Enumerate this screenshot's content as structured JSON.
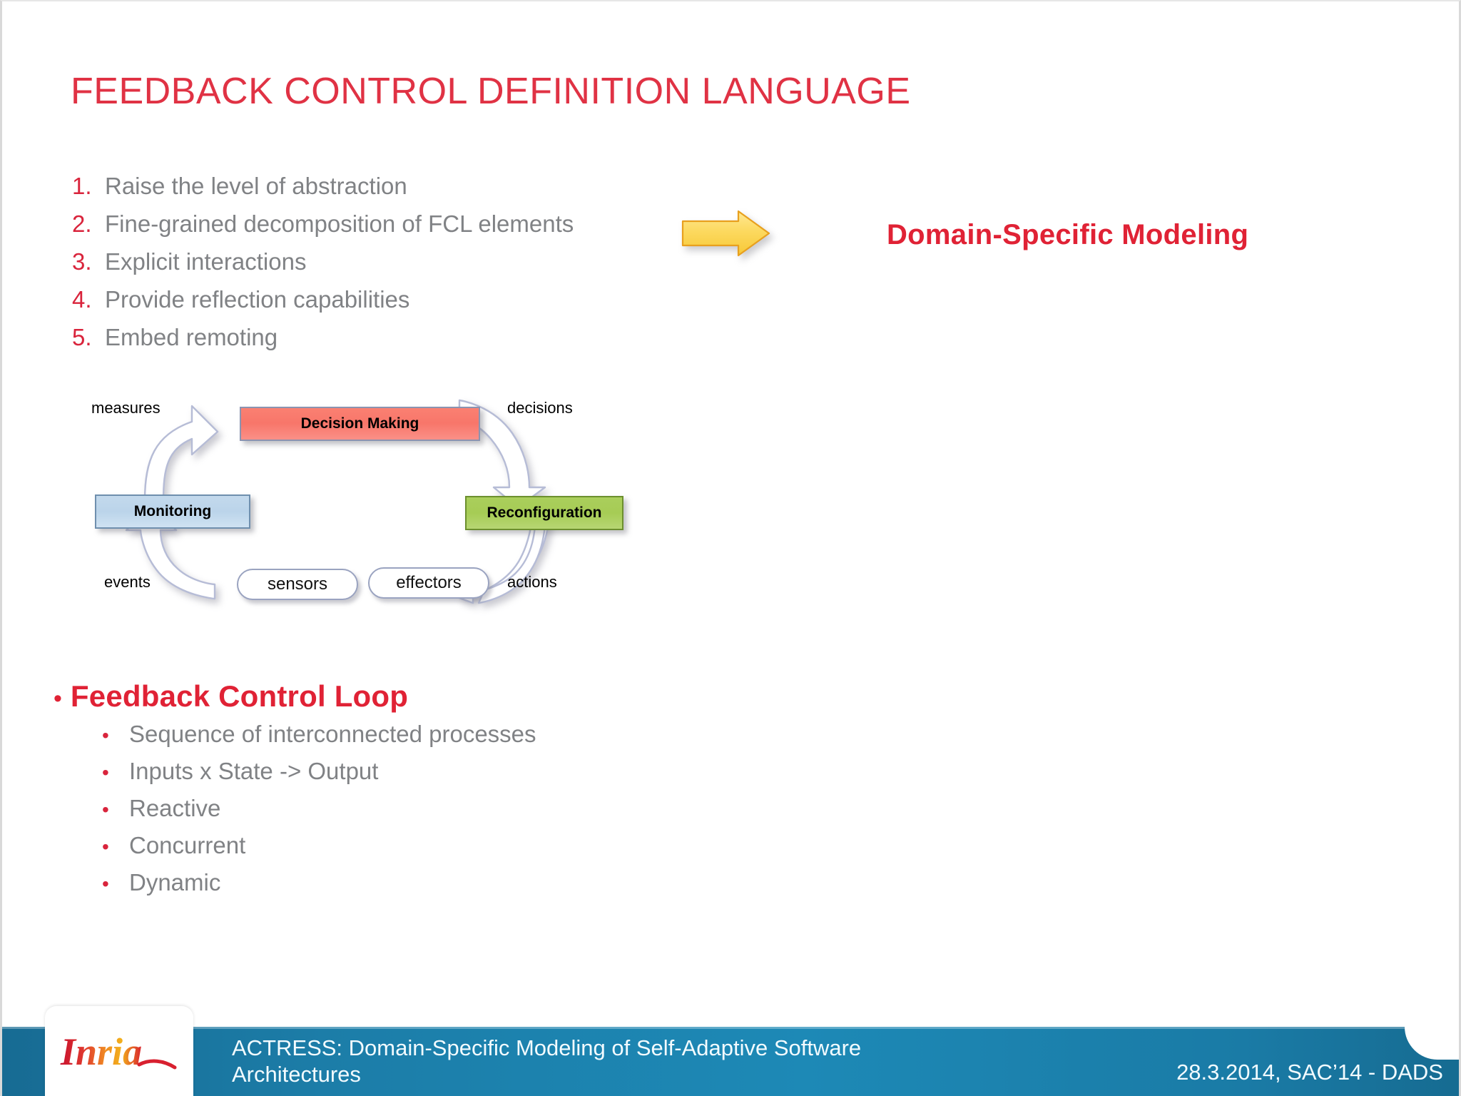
{
  "slide": {
    "title": "FEEDBACK CONTROL DEFINITION LANGUAGE",
    "accent_red": "#e02235",
    "text_gray": "#808285"
  },
  "numbered_list": {
    "items": [
      {
        "marker": "1.",
        "text": "Raise the level of abstraction"
      },
      {
        "marker": "2.",
        "text": "Fine-grained decomposition of FCL elements"
      },
      {
        "marker": "3.",
        "text": "Explicit interactions"
      },
      {
        "marker": "4.",
        "text": "Provide reflection capabilities"
      },
      {
        "marker": "5.",
        "text": "Embed remoting"
      }
    ]
  },
  "callout": {
    "arrow_icon": "right-block-arrow-icon",
    "arrow_fill": "#fbd964",
    "arrow_stroke": "#e8a01e",
    "headline": "Domain-Specific Modeling"
  },
  "diagram": {
    "name": "feedback-control-loop-diagram",
    "boxes": [
      {
        "id": "decision",
        "label": "Decision Making",
        "color": "#fa8072"
      },
      {
        "id": "monitoring",
        "label": "Monitoring",
        "color": "#c3d9ec"
      },
      {
        "id": "reconfiguration",
        "label": "Reconfiguration",
        "color": "#aace5c"
      }
    ],
    "pills": [
      {
        "id": "sensors",
        "label": "sensors"
      },
      {
        "id": "effectors",
        "label": "effectors"
      }
    ],
    "edge_labels": [
      {
        "id": "measures",
        "label": "measures"
      },
      {
        "id": "decisions",
        "label": "decisions"
      },
      {
        "id": "events",
        "label": "events"
      },
      {
        "id": "actions",
        "label": "actions"
      }
    ]
  },
  "fcl_section": {
    "heading": "Feedback Control Loop",
    "bullets": [
      "Sequence of interconnected processes",
      "Inputs x State -> Output",
      "Reactive",
      "Concurrent",
      "Dynamic"
    ]
  },
  "footer": {
    "logo_text": "Inria",
    "title_line1": "ACTRESS: Domain-Specific Modeling of Self-Adaptive Software",
    "title_line2": "Architectures",
    "date": "28.3.2014, SAC’14 - DADS",
    "bar_color": "#1d89b6"
  }
}
